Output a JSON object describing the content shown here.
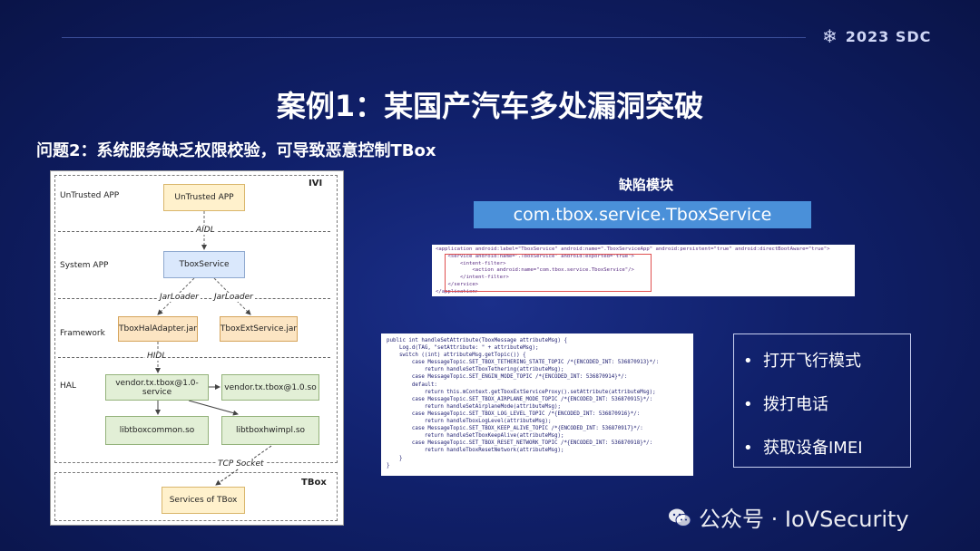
{
  "header": {
    "brand": "2023 SDC",
    "brand_icon": "snowflake-icon"
  },
  "slide": {
    "title": "案例1：某国产汽车多处漏洞突破",
    "subtitle": "问题2：系统服务缺乏权限校验，可导致恶意控制TBox"
  },
  "diagram": {
    "ivi_label": "IVI",
    "tbox_label": "TBox",
    "lanes": [
      "UnTrusted APP",
      "System APP",
      "Framework",
      "HAL"
    ],
    "components": {
      "untrusted_app": "UnTrusted APP",
      "tbox_service": "TboxService",
      "hal_adapter": "TboxHalAdapter.jar",
      "ext_service": "TboxExtService.jar",
      "vendor_service": "vendor.tx.tbox@1.0-service",
      "vendor_so": "vendor.tx.tbox@1.0.so",
      "libtboxcommon": "libtboxcommon.so",
      "libtboxhwimpl": "libtboxhwimpl.so",
      "services_of_tbox": "Services of TBox"
    },
    "connectors": {
      "aidl": "AIDL",
      "jarloader_left": "JarLoader",
      "jarloader_right": "JarLoader",
      "hidl": "HIDL",
      "tcp_socket": "TCP Socket"
    }
  },
  "defect": {
    "title": "缺陷模块",
    "class_name": "com.tbox.service.TboxService"
  },
  "manifest_lines": [
    "<application android:label=\"TboxService\" android:name=\".TboxServiceApp\" android:persistent=\"true\" android:directBootAware=\"true\">",
    "    <service android:name=\".TboxService\" android:exported=\"true\">",
    "        <intent-filter>",
    "            <action android:name=\"com.tbox.service.TboxService\"/>",
    "        </intent-filter>",
    "    </service>",
    "</application>"
  ],
  "code_lines": [
    "public int handleSetAttribute(TboxMessage attributeMsg) {",
    "    Log.d(TAG, \"setAttribute: \" + attributeMsg);",
    "    switch ((int) attributeMsg.getTopic()) {",
    "        case MessageTopic.SET_TBOX_TETHERING_STATE_TOPIC /*{ENCODED_INT: 536870913}*/:",
    "            return handleSetTboxTethering(attributeMsg);",
    "        case MessageTopic.SET_ENGIN_MODE_TOPIC /*{ENCODED_INT: 536870914}*/:",
    "        default:",
    "            return this.mContext.getTboxExtServiceProxy().setAttribute(attributeMsg);",
    "        case MessageTopic.SET_TBOX_AIRPLANE_MODE_TOPIC /*{ENCODED_INT: 536870915}*/:",
    "            return handleSetAirplaneMode(attributeMsg);",
    "        case MessageTopic.SET_TBOX_LOG_LEVEL_TOPIC /*{ENCODED_INT: 536870916}*/:",
    "            return handleTboxLogLevel(attributeMsg);",
    "        case MessageTopic.SET_TBOX_KEEP_ALIVE_TOPIC /*{ENCODED_INT: 536870917}*/:",
    "            return handleSetTboxKeepAlive(attributeMsg);",
    "        case MessageTopic.SET_TBOX_RESET_NETWORK_TOPIC /*{ENCODED_INT: 536870918}*/:",
    "            return handleTboxResetNetwork(attributeMsg);",
    "    }",
    "}"
  ],
  "impacts": [
    "打开飞行模式",
    "拨打电话",
    "获取设备IMEI"
  ],
  "watermark": {
    "text": "公众号 · IoVSecurity",
    "icon": "wechat-icon"
  }
}
